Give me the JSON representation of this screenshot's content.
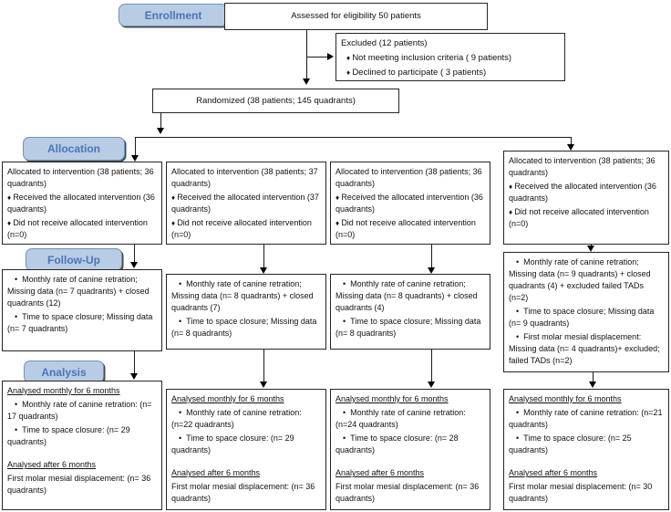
{
  "labels": {
    "enrollment": "Enrollment",
    "allocation": "Allocation",
    "follow_up": "Follow-Up",
    "analysis": "Analysis"
  },
  "top": {
    "assessed": "Assessed for eligibility 50 patients",
    "excluded_title": "Excluded (12 patients)",
    "excluded_b1": "Not meeting inclusion criteria ( 9 patients)",
    "excluded_b2": "Declined to participate ( 3 patients)",
    "randomized": "Randomized (38 patients; 145 quadrants)"
  },
  "alloc": {
    "c1": {
      "intro": "Allocated to intervention  (38 patients; 36 quadrants)",
      "b1": "Received the allocated intervention (36 quadrants)",
      "b2": "Did not receive allocated intervention (n=0)"
    },
    "c2": {
      "intro": "Allocated to intervention  (38 patients; 37 quadrants)",
      "b1": "Received the allocated intervention (37 quadrants)",
      "b2": "Did not receive allocated intervention (n=0)"
    },
    "c3": {
      "intro": "Allocated to intervention  (38 patients; 36 quadrants)",
      "b1": "Received the allocated intervention (36 quadrants)",
      "b2": "Did not receive allocated intervention (n=0)"
    },
    "c4": {
      "intro": "Allocated to intervention (38 patients; 36 quadrants)",
      "b1": "Received the allocated intervention (36 quadrants)",
      "b2": "Did not receive allocated intervention (n=0)"
    }
  },
  "fu": {
    "c1": {
      "b1": "Monthly rate of canine retration; Missing data (n= 7 quadrants) + closed quadrants (12)",
      "b2": "Time to space closure; Missing data (n= 7 quadrants)"
    },
    "c2": {
      "b1": "Monthly rate of canine retration; Missing data (n= 8 quadrants) + closed quadrants (7)",
      "b2": "Time to space closure; Missing data (n= 8 quadrants)"
    },
    "c3": {
      "b1": "Monthly rate of canine retration; Missing data (n= 8 quadrants) + closed quadrants (4)",
      "b2": "Time to space closure; Missing data (n= 8 quadrants)"
    },
    "c4": {
      "b1": "Monthly rate of canine retration; Missing data (n= 9 quadrants) + closed quadrants (4) + excluded failed TADs (n=2)",
      "b2": "Time to space closure; Missing data (n= 9 quadrants)",
      "b3": "First molar mesial displacement: Missing data (n= 4 quadrants)+ excluded; failed TADs (n=2)"
    }
  },
  "analysis": {
    "heading_monthly": "Analysed monthly for 6 months",
    "heading_after": "Analysed after 6 months",
    "c1": {
      "b1": "Monthly rate of canine retration: (n= 17 quadrants)",
      "b2": "Time to space closure: (n= 29 quadrants)",
      "after": "First molar mesial displacement: (n= 36 quadrants)"
    },
    "c2": {
      "b1": "Monthly rate of canine retration: (n=22 quadrants)",
      "b2": "Time to space closure: (n= 29 quadrants)",
      "after": "First molar mesial displacement: (n= 36 quadrants)"
    },
    "c3": {
      "b1": "Monthly rate of canine retration: (n=24 quadrants)",
      "b2": "Time to space closure: (n= 28 quadrants)",
      "after": "First molar mesial displacement: (n= 36 quadrants)"
    },
    "c4": {
      "b1": "Monthly rate of canine retration: (n=21 quadrants)",
      "b2": "Time to space closure: (n= 25 quadrants)",
      "after": "First molar mesial displacement: (n= 30 quadrants)"
    }
  },
  "colors": {
    "stage_fill": "#b8cce4",
    "stage_border": "#6e93c3",
    "stage_text": "#4a74ba",
    "box_border": "#262626",
    "arrow": "#1a1a1a"
  }
}
